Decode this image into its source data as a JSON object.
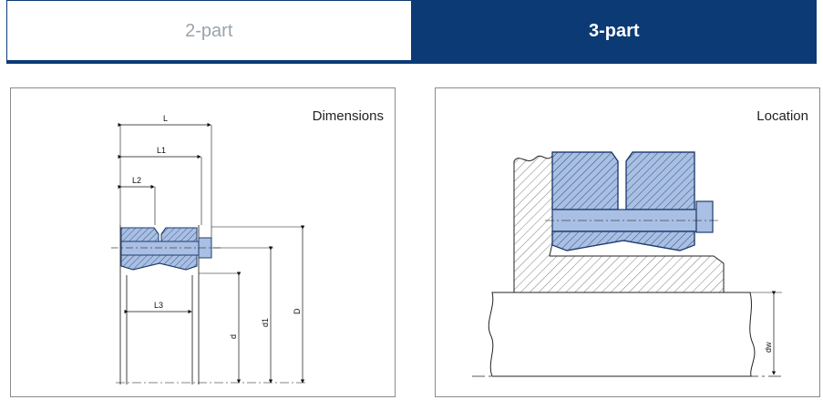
{
  "tabs": [
    {
      "label": "2-part",
      "active": false
    },
    {
      "label": "3-part",
      "active": true
    }
  ],
  "colors": {
    "accent": "#0b3a75",
    "part_fill": "#a9bfe3",
    "part_stroke": "#1e3d6d"
  },
  "left_panel": {
    "title": "Dimensions",
    "labels": {
      "L": "L",
      "L1": "L1",
      "L2": "L2",
      "L3": "L3",
      "d": "d",
      "d1": "d1",
      "D": "D"
    }
  },
  "right_panel": {
    "title": "Location",
    "labels": {
      "dw": "dw"
    }
  }
}
